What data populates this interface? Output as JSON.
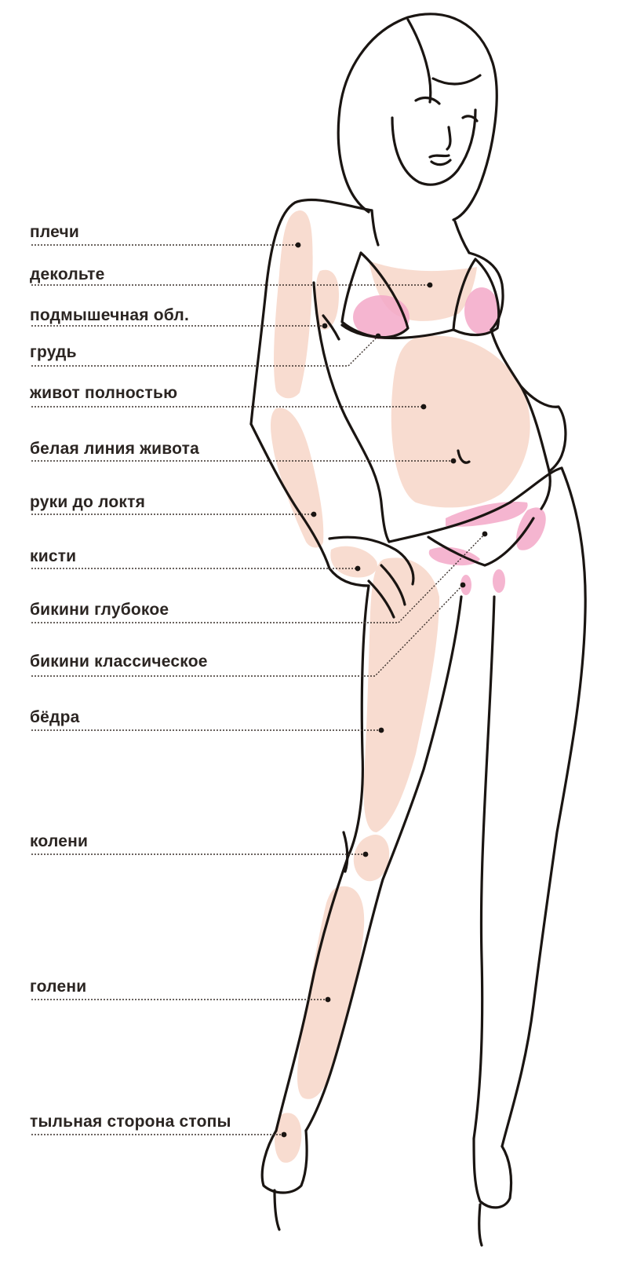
{
  "colors": {
    "outline": "#1a1512",
    "zone_light": "#f8dcd0",
    "zone_bright": "#f3a8c8",
    "leader": "#3a302b",
    "text": "#2b2522"
  },
  "labels": [
    {
      "key": "shoulders",
      "text": "плечи"
    },
    {
      "key": "decollete",
      "text": "декольте"
    },
    {
      "key": "underarm",
      "text": "подмышечная обл."
    },
    {
      "key": "breast",
      "text": "грудь"
    },
    {
      "key": "belly-full",
      "text": "живот полностью"
    },
    {
      "key": "belly-line",
      "text": "белая линия живота"
    },
    {
      "key": "forearms",
      "text": "руки до локтя"
    },
    {
      "key": "hands",
      "text": "кисти"
    },
    {
      "key": "bikini-deep",
      "text": "бикини глубокое"
    },
    {
      "key": "bikini-classic",
      "text": "бикини классическое"
    },
    {
      "key": "thighs",
      "text": "бёдра"
    },
    {
      "key": "knees",
      "text": "колени"
    },
    {
      "key": "shins",
      "text": "голени"
    },
    {
      "key": "feet",
      "text": "тыльная сторона стопы"
    }
  ]
}
